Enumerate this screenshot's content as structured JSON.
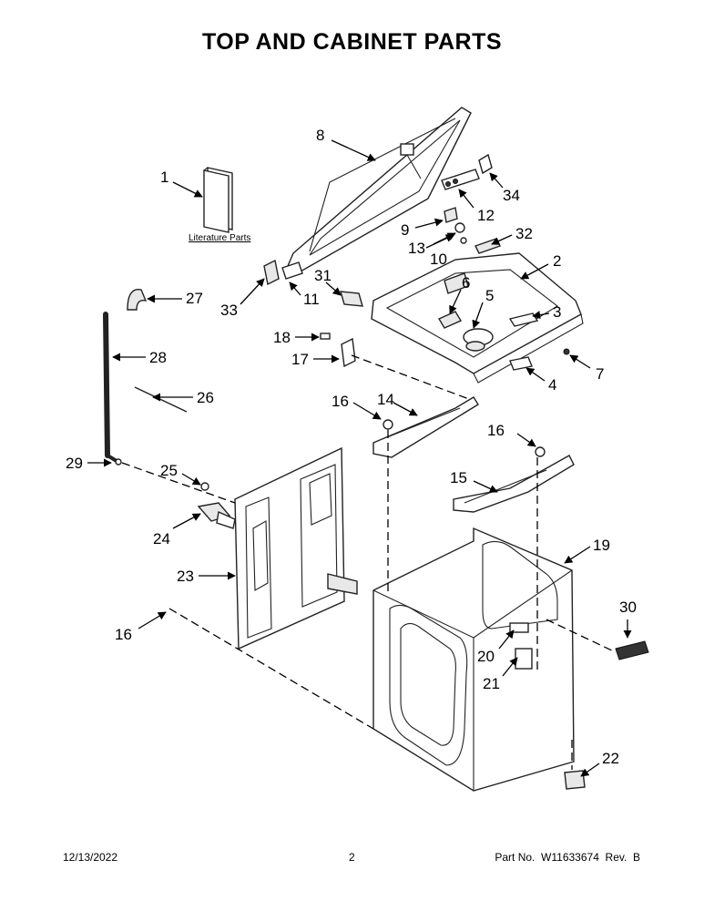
{
  "title": "TOP AND CABINET PARTS",
  "literature_label": "Literature Parts",
  "callouts": [
    "1",
    "2",
    "3",
    "4",
    "5",
    "6",
    "7",
    "8",
    "9",
    "10",
    "11",
    "12",
    "13",
    "14",
    "15",
    "16",
    "16",
    "16",
    "17",
    "18",
    "19",
    "20",
    "21",
    "22",
    "23",
    "24",
    "25",
    "26",
    "27",
    "28",
    "29",
    "30",
    "31",
    "32",
    "33",
    "34"
  ],
  "footer": {
    "date": "12/13/2022",
    "page": "2",
    "part_no": "Part No.  W11633674  Rev.  B"
  }
}
